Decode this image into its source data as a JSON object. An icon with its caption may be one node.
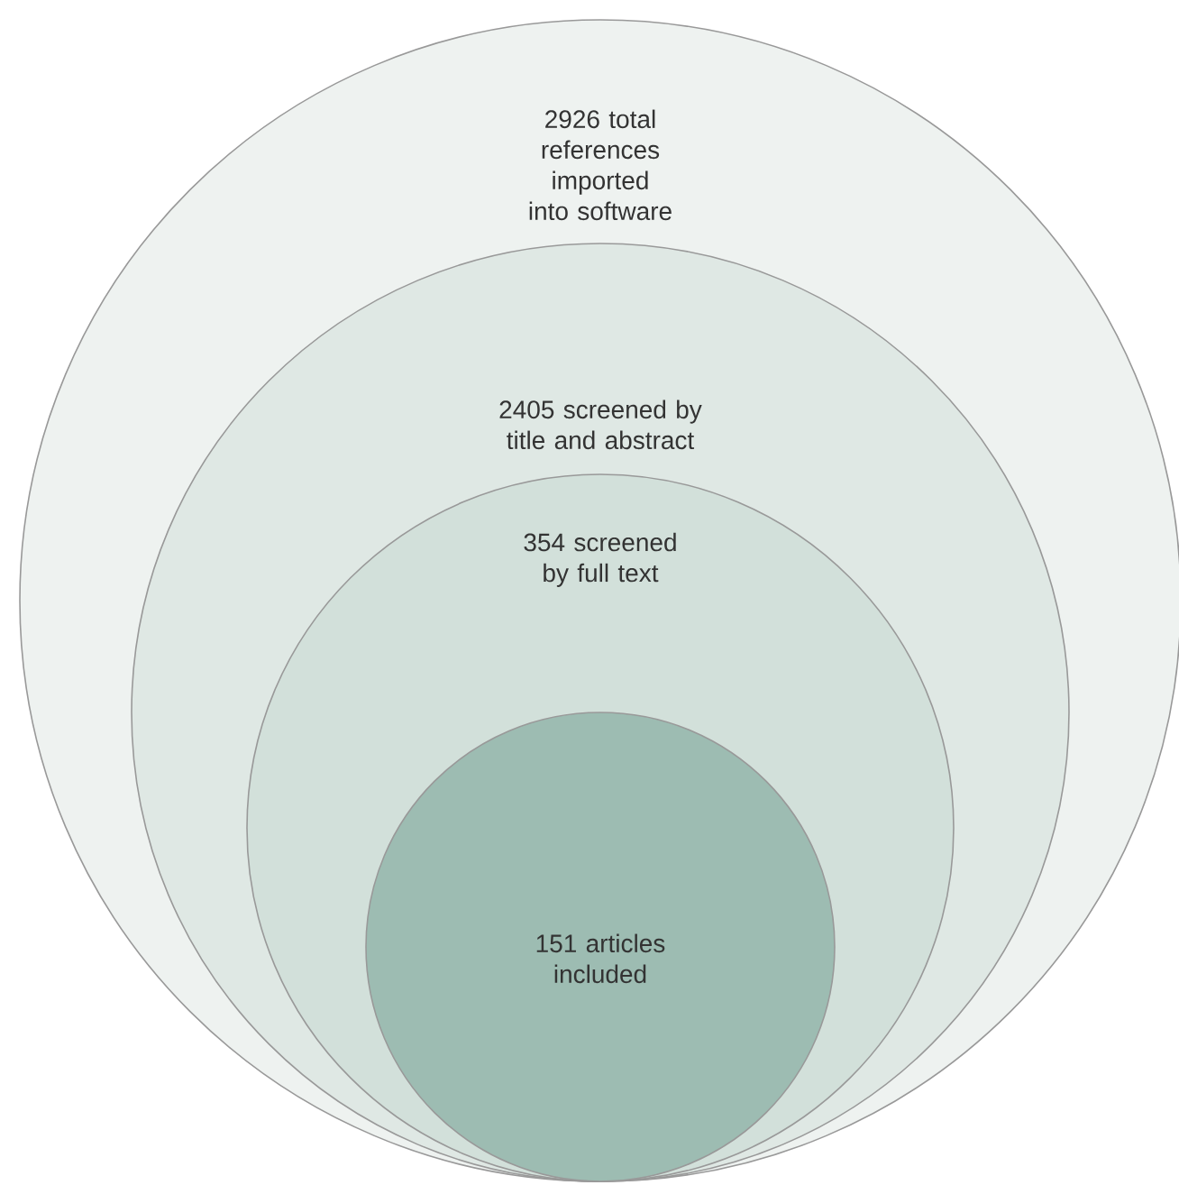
{
  "diagram": {
    "nodes": [
      {
        "text": [
          "2926 total references imported into software"
        ]
      },
      {
        "text": [
          "2405 screened by title and abstract"
        ],
        "in": 0
      },
      {
        "text": [
          "354 screened by full text"
        ],
        "in": 1
      },
      {
        "text": [
          "151 articles included"
        ],
        "in": 2
      }
    ]
  }
}
